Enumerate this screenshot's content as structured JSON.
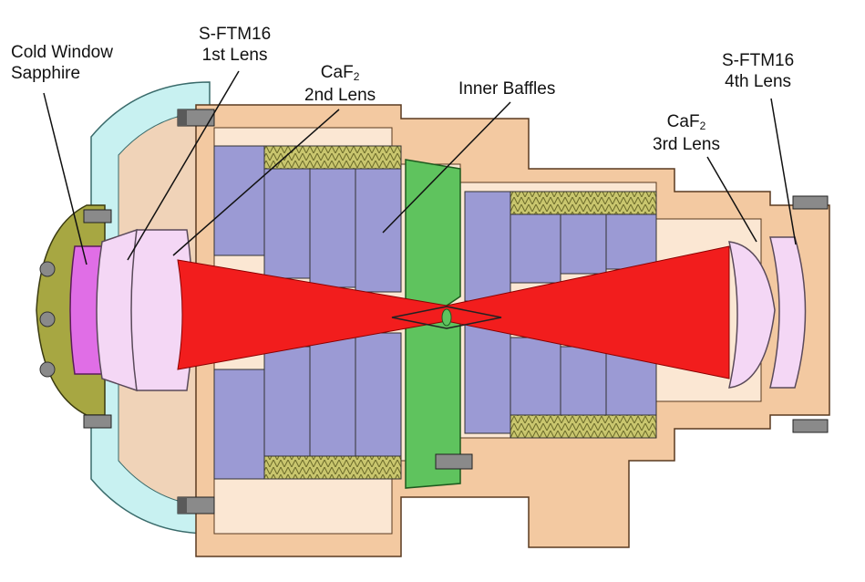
{
  "labels": {
    "cold_window": {
      "line1": "Cold Window",
      "line2": "Sapphire"
    },
    "lens1": {
      "line1": "S-FTM16",
      "line2": "1st Lens"
    },
    "lens2": {
      "line1_main": "CaF",
      "line1_sub": "2",
      "line2": "2nd Lens"
    },
    "baffles": {
      "line1": "Inner Baffles"
    },
    "lens3": {
      "line1_main": "CaF",
      "line1_sub": "2",
      "line2": "3rd Lens"
    },
    "lens4": {
      "line1": "S-FTM16",
      "line2": "4th Lens"
    }
  },
  "colors": {
    "housing": "#f3c9a1",
    "housing_stroke": "#5a3a20",
    "window_frame": "#a7a742",
    "cold_window": "#e06ee6",
    "shield": "#c8f1f1",
    "lens_light": "#f4d7f5",
    "baffle": "#9b9ad4",
    "baffle_thread": "#c9c66e",
    "spacer": "#5fc35e",
    "beam": "#f21d1d",
    "screw": "#7f7f7f"
  }
}
